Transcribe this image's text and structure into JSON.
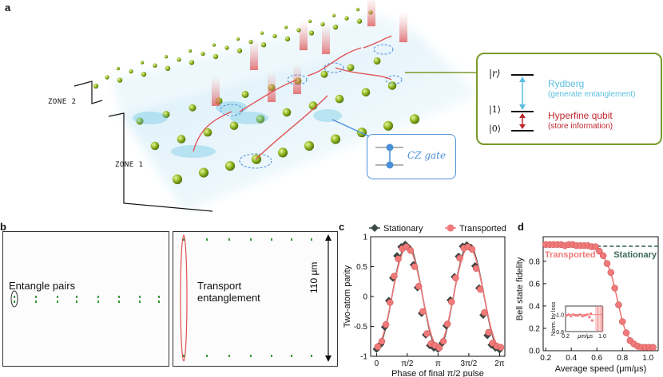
{
  "panel_labels": {
    "a": "a",
    "b": "b",
    "c": "c",
    "d": "d"
  },
  "panel_a": {
    "zone1": "ZONE 1",
    "zone2": "ZONE 2",
    "levels": {
      "r": "|r⟩",
      "one": "|1⟩",
      "zero": "|0⟩"
    },
    "rydberg": "Rydberg",
    "rydberg_sub": "(generate entanglement)",
    "hyperfine": "Hyperfine qubit",
    "hyperfine_sub": "(store information)",
    "cz_gate": "CZ gate",
    "colors": {
      "atom": "#8cb320",
      "rydberg": "#5bbfe0",
      "hyperfine": "#c0262d",
      "cz": "#4a90d9",
      "beam": "#f08080"
    }
  },
  "panel_b": {
    "left_label": "Entangle pairs",
    "right_label_1": "Transport",
    "right_label_2": "entanglement",
    "scale": "110 μm"
  },
  "chart_data": [
    {
      "type": "line",
      "panel": "c",
      "xlabel": "Phase of final π/2 pulse",
      "ylabel": "Two-atom parity",
      "xlim": [
        -0.3,
        6.55
      ],
      "ylim": [
        -1,
        1
      ],
      "xticks": [
        "0",
        "π/2",
        "π",
        "3π/2",
        "2π"
      ],
      "yticks": [
        "-1",
        "-0.5",
        "0",
        "0.5",
        "1"
      ],
      "legend_position": "top",
      "series": [
        {
          "name": "Stationary",
          "color": "#3d4a44",
          "x": [
            0.0,
            0.209,
            0.419,
            0.628,
            0.838,
            1.047,
            1.257,
            1.466,
            1.676,
            1.885,
            2.094,
            2.304,
            2.513,
            2.723,
            2.932,
            3.142,
            3.351,
            3.56,
            3.77,
            3.979,
            4.189,
            4.398,
            4.608,
            4.817,
            5.027,
            5.236,
            5.445,
            5.655,
            5.864,
            6.074,
            6.283
          ],
          "y": [
            -0.88,
            -0.8,
            -0.51,
            -0.07,
            0.31,
            0.68,
            0.83,
            0.87,
            0.8,
            0.53,
            0.15,
            -0.28,
            -0.64,
            -0.82,
            -0.86,
            -0.88,
            -0.78,
            -0.49,
            -0.06,
            0.33,
            0.67,
            0.84,
            0.86,
            0.82,
            0.51,
            0.14,
            -0.31,
            -0.65,
            -0.81,
            -0.86,
            -0.89
          ]
        },
        {
          "name": "Transported",
          "color": "#f07a7a",
          "x": [
            0.0,
            0.209,
            0.419,
            0.628,
            0.838,
            1.047,
            1.257,
            1.466,
            1.676,
            1.885,
            2.094,
            2.304,
            2.513,
            2.723,
            2.932,
            3.142,
            3.351,
            3.56,
            3.77,
            3.979,
            4.189,
            4.398,
            4.608,
            4.817,
            5.027,
            5.236,
            5.445,
            5.655,
            5.864,
            6.074,
            6.283
          ],
          "y": [
            -0.84,
            -0.75,
            -0.47,
            -0.1,
            0.34,
            0.63,
            0.8,
            0.83,
            0.77,
            0.5,
            0.17,
            -0.25,
            -0.62,
            -0.79,
            -0.82,
            -0.86,
            -0.75,
            -0.46,
            -0.09,
            0.31,
            0.64,
            0.81,
            0.83,
            0.79,
            0.47,
            0.12,
            -0.27,
            -0.6,
            -0.78,
            -0.83,
            -0.85
          ]
        }
      ]
    },
    {
      "type": "line",
      "panel": "d",
      "xlabel": "Average speed (μm/μs)",
      "ylabel": "Bell state fidelity",
      "xlim": [
        0.18,
        1.08
      ],
      "ylim": [
        0,
        1.02
      ],
      "xticks": [
        "0.2",
        "0.4",
        "0.6",
        "0.8",
        "1.0"
      ],
      "yticks": [
        "0.0",
        "0.2",
        "0.4",
        "0.6",
        "0.8"
      ],
      "series": [
        {
          "name": "Transported",
          "color": "#f07a7a",
          "x": [
            0.2,
            0.23,
            0.26,
            0.29,
            0.32,
            0.35,
            0.38,
            0.41,
            0.44,
            0.47,
            0.5,
            0.53,
            0.56,
            0.59,
            0.62,
            0.65,
            0.68,
            0.71,
            0.74,
            0.77,
            0.8,
            0.83,
            0.86,
            0.89,
            0.92,
            0.95,
            0.98,
            1.01,
            1.04
          ],
          "y": [
            0.95,
            0.95,
            0.95,
            0.95,
            0.95,
            0.94,
            0.95,
            0.95,
            0.94,
            0.94,
            0.94,
            0.94,
            0.93,
            0.93,
            0.89,
            0.85,
            0.78,
            0.7,
            0.56,
            0.41,
            0.26,
            0.16,
            0.09,
            0.06,
            0.04,
            0.03,
            0.03,
            0.03,
            0.03
          ]
        },
        {
          "name": "Stationary",
          "color": "#3d6a55",
          "constant": 0.935
        }
      ],
      "inset": {
        "xlabel": "μm/μs",
        "ylabel": "Norm. by loss",
        "xlim": [
          0.2,
          1.0
        ],
        "ylim": [
          0.8,
          1.1
        ],
        "yticks": [
          "0.8",
          "1.0"
        ],
        "xticks": [
          "0.2",
          "1.0"
        ],
        "x": [
          0.22,
          0.27,
          0.32,
          0.37,
          0.42,
          0.47,
          0.52,
          0.57,
          0.62,
          0.67,
          0.72,
          0.75,
          0.78
        ],
        "y": [
          0.99,
          1.0,
          0.98,
          1.0,
          0.99,
          0.99,
          1.0,
          0.98,
          0.99,
          1.0,
          0.97,
          1.01,
          0.93
        ]
      }
    }
  ]
}
